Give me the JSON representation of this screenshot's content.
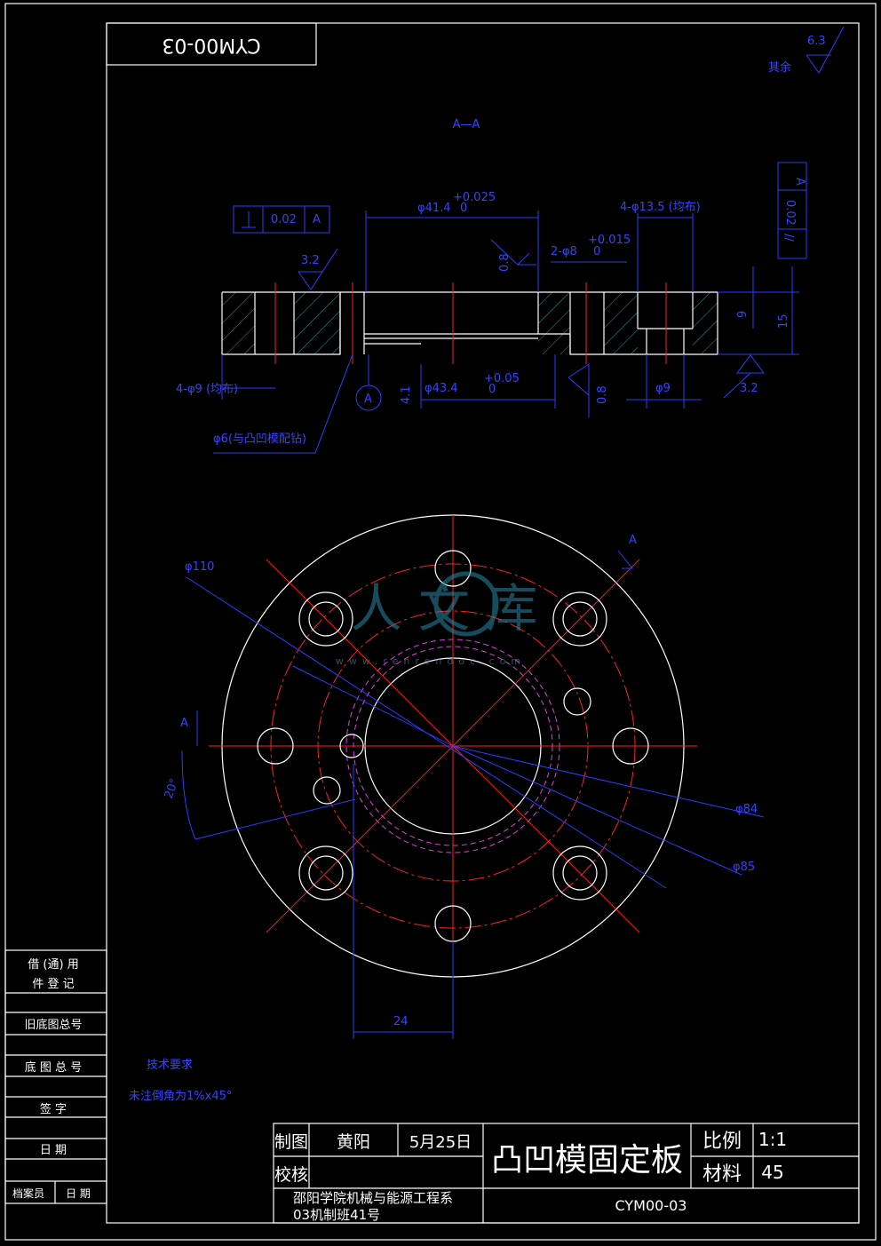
{
  "drawing_code_box": "CYM00-03",
  "roughness_other": {
    "label": "其余",
    "value": "6.3"
  },
  "section_label": "A—A",
  "dims": {
    "d41_4": "φ41.4",
    "d41_4_tol_up": "+0.025",
    "d41_4_tol_low": "0",
    "holes_13_5": "4-φ13.5 (均布)",
    "holes_8": "2-φ8",
    "holes_8_tol_up": "+0.015",
    "holes_8_tol_low": "0",
    "holes_9": "4-φ9 (均布)",
    "d6": "φ6(与凸凹模配钻)",
    "d43_4": "φ43.4",
    "d43_4_tol_up": "+0.05",
    "d43_4_tol_low": "0",
    "d9": "φ9",
    "depth_4_1": "4.1",
    "h9": "9",
    "h15": "15",
    "rough_3_2_a": "3.2",
    "rough_3_2_b": "3.2",
    "rough_0_8_a": "0.8",
    "rough_0_8_b": "0.8",
    "perp_tol": "0.02",
    "perp_datum": "A",
    "par_tol": "0.02",
    "par_datum": "A",
    "datum_a": "A",
    "d110": "φ110",
    "d84": "φ84",
    "d85": "φ85",
    "angle_20": "20°",
    "dim_24": "24",
    "sec_arrow_top": "A",
    "sec_arrow_left": "A"
  },
  "tech_req": {
    "title": "技术要求",
    "line1": "未注倒角为1%x45°"
  },
  "side_table": {
    "r1a": "借 (通) 用",
    "r1b": "件 登 记",
    "r2": "旧底图总号",
    "r3": "底 图 总 号",
    "r4": "签   字",
    "r5": "日   期",
    "r6a": "档案员",
    "r6b": "日 期"
  },
  "title_block": {
    "drawn_label": "制图",
    "drawn_name": "黄阳",
    "drawn_date": "5月25日",
    "check_label": "校核",
    "part_name": "凸凹模固定板",
    "scale_label": "比例",
    "scale_value": "1:1",
    "material_label": "材料",
    "material_value": "45",
    "school_line1": "邵阳学院机械与能源工程系",
    "school_line2": "03机制班41号",
    "drawing_no": "CYM00-03"
  },
  "watermark": {
    "text": "人 文 库",
    "url": "www.renrendoc.com"
  }
}
